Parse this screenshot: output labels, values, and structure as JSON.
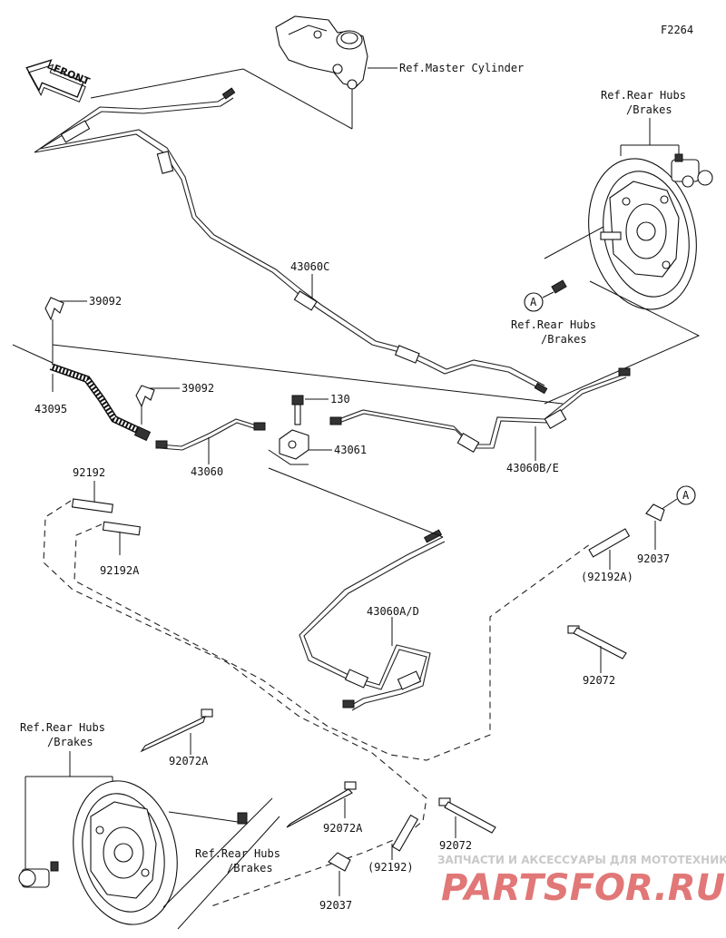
{
  "figure_code": "F2264",
  "direction_label": "FRONT",
  "refs": {
    "master_cylinder": "Ref.Master Cylinder",
    "rear_hubs_line1": "Ref.Rear Hubs",
    "rear_hubs_line2": "/Brakes"
  },
  "callouts": {
    "circle_a": "A"
  },
  "parts": {
    "p43060C": "43060C",
    "p39092_a": "39092",
    "p39092_b": "39092",
    "p43095": "43095",
    "p43060": "43060",
    "p130": "130",
    "p43061": "43061",
    "p43060BE": "43060B/E",
    "p92192": "92192",
    "p92192A": "92192A",
    "p92192A_paren": "(92192A)",
    "p92037_a": "92037",
    "p43060AD": "43060A/D",
    "p92072_a": "92072",
    "p92072A_a": "92072A",
    "p92072A_b": "92072A",
    "p92072_b": "92072",
    "p92192_paren": "(92192)",
    "p92037_b": "92037"
  },
  "watermark": {
    "line1": "ЗАПЧАСТИ И АКСЕССУАРЫ ДЛЯ МОТОТЕХНИКИ",
    "line2": "PARTSFOR.RU"
  }
}
